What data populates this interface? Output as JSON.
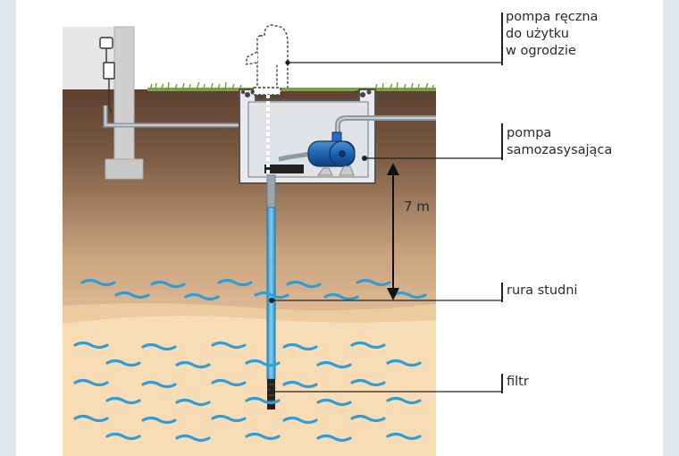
{
  "labels": {
    "hand_pump": [
      "pompa ręczna",
      "do użytku",
      "w ogrodzie"
    ],
    "self_priming_pump": [
      "pompa",
      "samozasysająca"
    ],
    "well_pipe": "rura studni",
    "filter": "filtr",
    "depth": "7 m"
  },
  "colors": {
    "side_panel": "#dde8ee",
    "grass": "#7aa04a",
    "topsoil": "#5f4330",
    "sand": "#f5d8b0",
    "aquifer": "#f8dcb5",
    "water_wave": "#2e9ed8",
    "pump_body": "#1f62b0",
    "pipe": "#9aa6ad",
    "well_pipe": "#4fb7e6",
    "wall": "#d9d9d9",
    "box": "#e8eaeb"
  }
}
